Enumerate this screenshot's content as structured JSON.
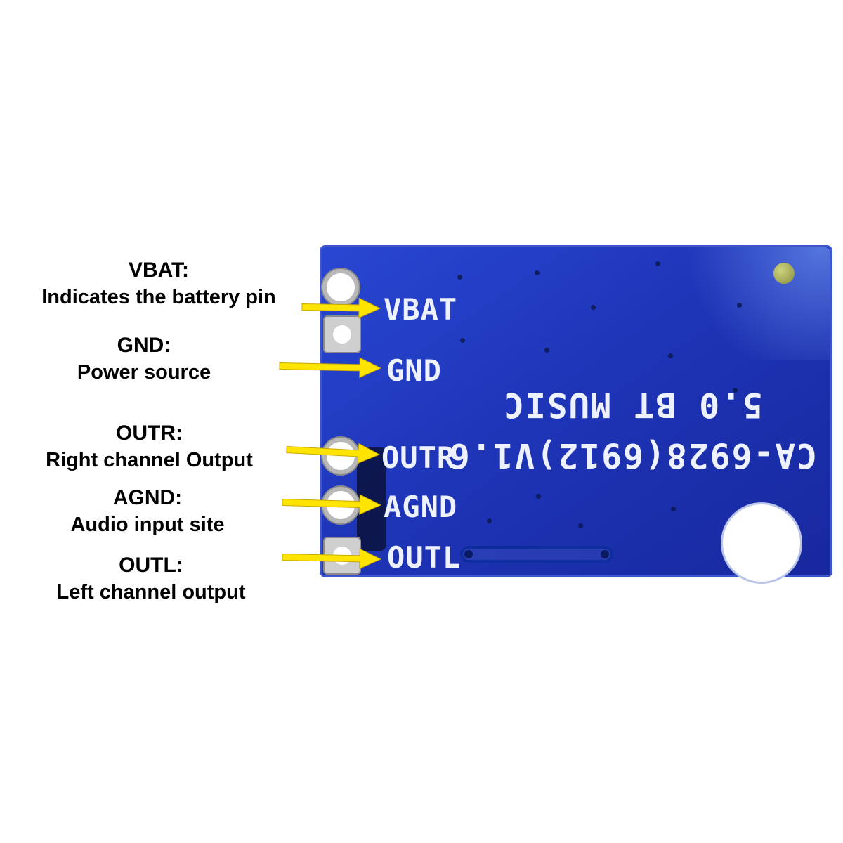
{
  "board": {
    "silkscreen_line1": "CA-6928(6912)V1.6",
    "silkscreen_line2": "5.0 BT MUSIC"
  },
  "pins": [
    {
      "label": "VBAT"
    },
    {
      "label": "GND"
    },
    {
      "label": "OUTR"
    },
    {
      "label": "AGND"
    },
    {
      "label": "OUTL"
    }
  ],
  "annotations": [
    {
      "title": "VBAT:",
      "description": "Indicates the battery pin"
    },
    {
      "title": "GND:",
      "description": "Power source"
    },
    {
      "title": "OUTR:",
      "description": "Right channel Output"
    },
    {
      "title": "AGND:",
      "description": "Audio input site"
    },
    {
      "title": "OUTL:",
      "description": "Left channel output"
    }
  ],
  "colors": {
    "board": "#1e35b8",
    "board_highlight": "#2947d2",
    "silkscreen": "#eef1ff",
    "arrow": "#ffe400",
    "annotation_text": "#000000"
  }
}
